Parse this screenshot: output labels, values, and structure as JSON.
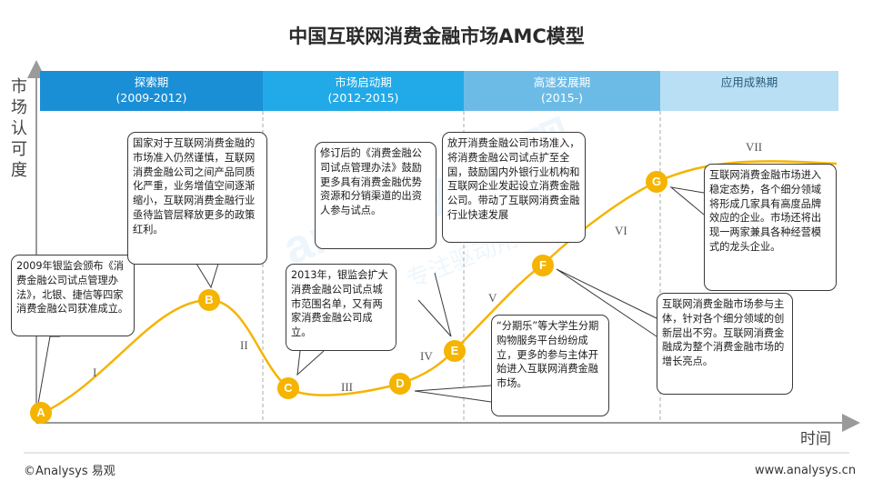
{
  "title": "中国互联网消费金融市场AMC模型",
  "y_axis_label": "市场认可度",
  "x_axis_label": "时间",
  "phases": [
    {
      "name": "探索期",
      "years": "(2009-2012)",
      "color": "#1a8fd6"
    },
    {
      "name": "市场启动期",
      "years": "(2012-2015)",
      "color": "#22aae8"
    },
    {
      "name": "高速发展期",
      "years": "(2015-)",
      "color": "#6cbbe6"
    },
    {
      "name": "应用成熟期",
      "years": "",
      "color": "#b8dff3"
    }
  ],
  "nodes": [
    "A",
    "B",
    "C",
    "D",
    "E",
    "F",
    "G"
  ],
  "stages": [
    "I",
    "II",
    "III",
    "IV",
    "V",
    "VI",
    "VII"
  ],
  "callouts": {
    "a": "2009年银监会颁布《消费金融公司试点管理办法》，北银、捷信等四家消费金融公司获准成立。",
    "b": "国家对于互联网消费金融的市场准入仍然谨慎，互联网消费金融公司之间产品同质化严重，业务增值空间逐渐缩小，互联网消费金融行业亟待监管层释放更多的政策红利。",
    "c": "2013年，银监会扩大消费金融公司试点城市范围名单，又有两家消费金融公司成立。",
    "d": "修订后的《消费金融公司试点管理办法》鼓励更多具有消费金融优势资源和分销渠道的出资人参与试点。",
    "e": "“分期乐”等大学生分期购物服务平台纷纷成立，更多的参与主体开始进入互联网消费金融市场。",
    "f": "放开消费金融公司市场准入，将消费金融公司试点扩至全国，鼓励国内外银行业机构和互联网企业发起设立消费金融公司。带动了互联网消费金融行业快速发展",
    "g": "互联网消费金融市场参与主体，针对各个细分领域的创新层出不穷。互联网消费金融成为整个消费金融市场的增长亮点。",
    "h": "互联网消费金融市场进入稳定态势，各个细分领域将形成几家具有高度品牌效应的企业。市场还将出现一两家兼具各种经营模式的龙头企业。"
  },
  "footer": {
    "left": "©Analysys 易观",
    "right": "www.analysys.cn"
  },
  "watermark": {
    "main": "analysys 易观",
    "sub": "专注驱动用户成长"
  },
  "colors": {
    "curve": "#f5b400",
    "node": "#f5b400",
    "axis": "#9a9a9a"
  }
}
